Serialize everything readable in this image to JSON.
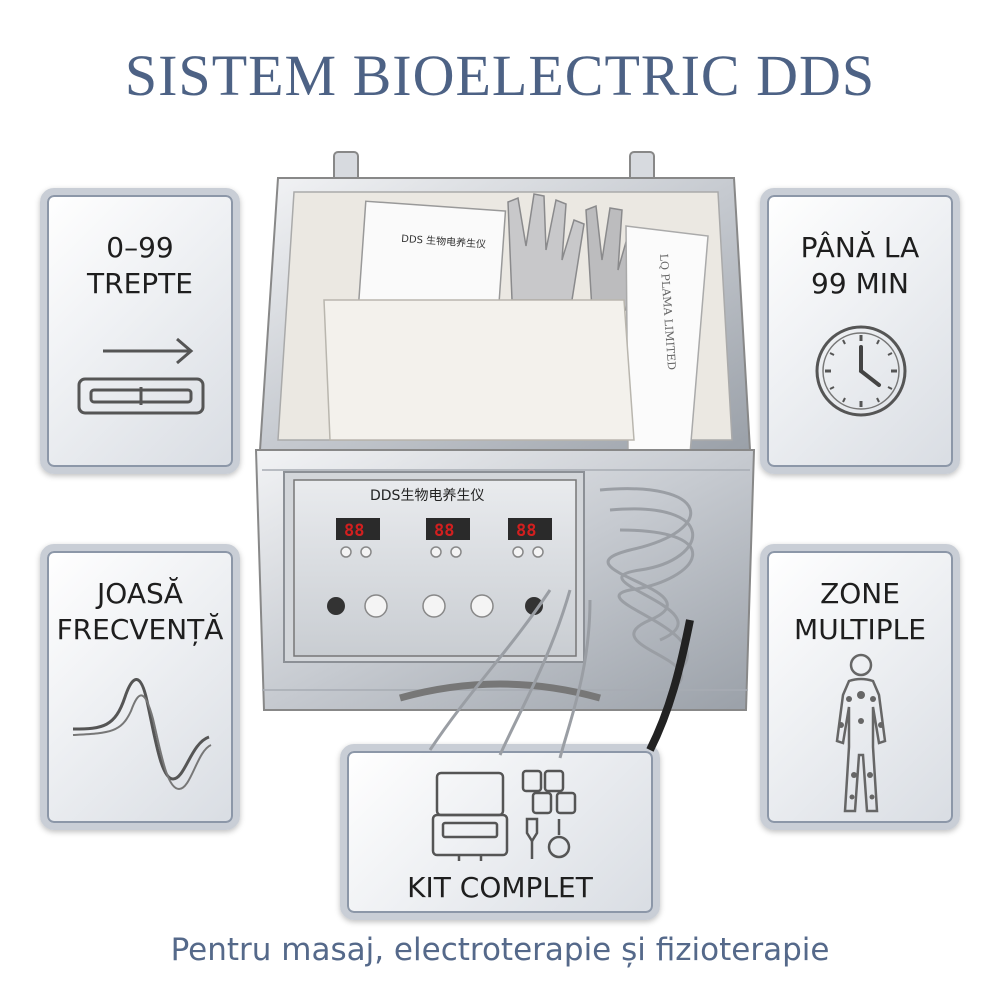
{
  "title": "SISTEM BIOELECTRIC DDS",
  "subtitle": "Pentru masaj, electroterapie și fizioterapie",
  "cards": {
    "steps": {
      "line1": "0–99",
      "line2": "TREPTE",
      "icon": "slider-level-icon"
    },
    "time": {
      "line1": "PÂNĂ LA",
      "line2": "99 MIN",
      "icon": "clock-icon"
    },
    "frequency": {
      "line1": "JOASĂ",
      "line2": "FRECVENȚĂ",
      "icon": "waveform-icon"
    },
    "zones": {
      "line1": "ZONE",
      "line2": "MULTIPLE",
      "icon": "body-points-icon"
    },
    "kit": {
      "label": "KIT COMPLET",
      "icon": "kit-case-icon"
    }
  },
  "device": {
    "brand_title": "DDS生物电养生仪",
    "manual_title": "DDS 生物电养生仪",
    "display_left": "88",
    "display_mid": "88",
    "display_right": "88",
    "cream_label": "LQ PLAMA LIMITED",
    "product_icon": "device-case-icon"
  },
  "colors": {
    "title": "#4d6285",
    "frame": "#c9ced6",
    "display": "#d21f1f"
  }
}
